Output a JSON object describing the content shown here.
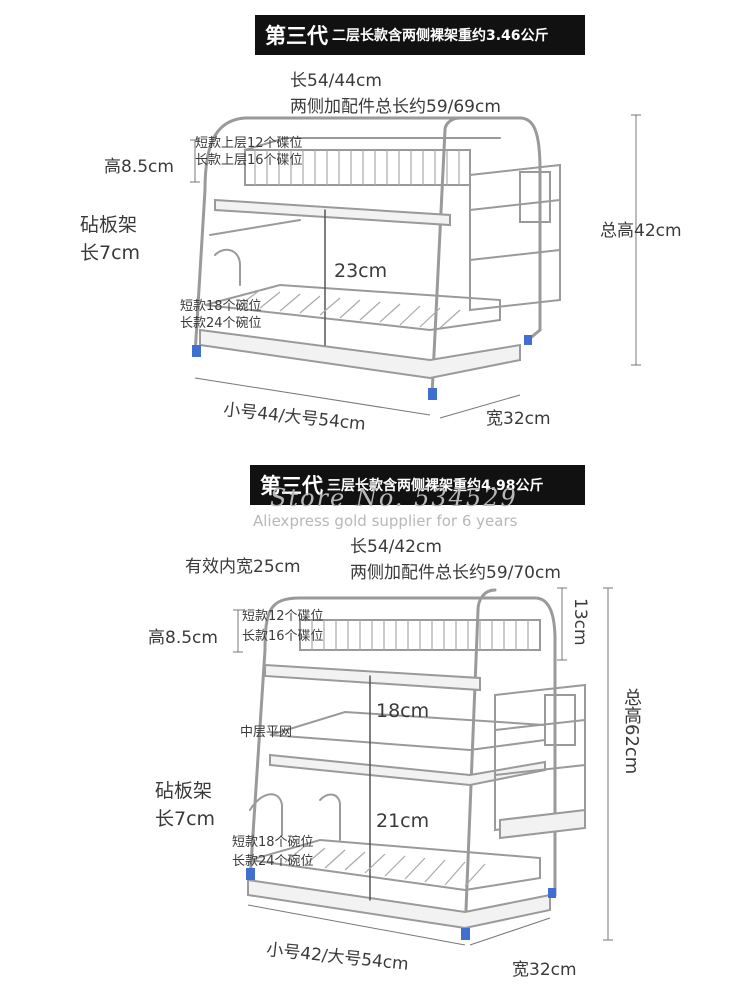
{
  "top": {
    "banner_big": "第三代",
    "banner_small": "二层长款含两侧裸架重约3.46公斤",
    "length": "长54/44cm",
    "total_length": "两侧加配件总长约59/69cm",
    "height_label": "高8.5cm",
    "upper_short": "短款上层12个碟位",
    "upper_long": "长款上层16个碟位",
    "board_label": "砧板架",
    "board_length": "长7cm",
    "mid_gap": "23cm",
    "lower_short": "短款18个碗位",
    "lower_long": "长款24个碗位",
    "total_height": "总高42cm",
    "size_label": "小号44/大号54cm",
    "width_label": "宽32cm"
  },
  "bottom": {
    "banner_big": "第三代",
    "banner_small": "三层长款含两侧裸架重约4.98公斤",
    "watermark_store": "Store No. 534529",
    "watermark_supplier": "Aliexpress gold supplier for 6 years",
    "inner_width": "有效内宽25cm",
    "length": "长54/42cm",
    "total_length": "两侧加配件总长约59/70cm",
    "height_label": "高8.5cm",
    "upper_short": "短款12个碟位",
    "upper_long": "长款16个碟位",
    "top_gap": "13cm",
    "mid_gap": "18cm",
    "mid_net": "中层平网",
    "total_height": "总高62cm",
    "board_label": "砧板架",
    "board_length": "长7cm",
    "low_gap": "21cm",
    "lower_short": "短款18个碗位",
    "lower_long": "长款24个碗位",
    "size_label": "小号42/大号54cm",
    "width_label": "宽32cm"
  },
  "colors": {
    "banner": "#111111",
    "steel": "#9a9a9a",
    "foot": "#3f6fd0",
    "tray": "#f2f2f2"
  }
}
